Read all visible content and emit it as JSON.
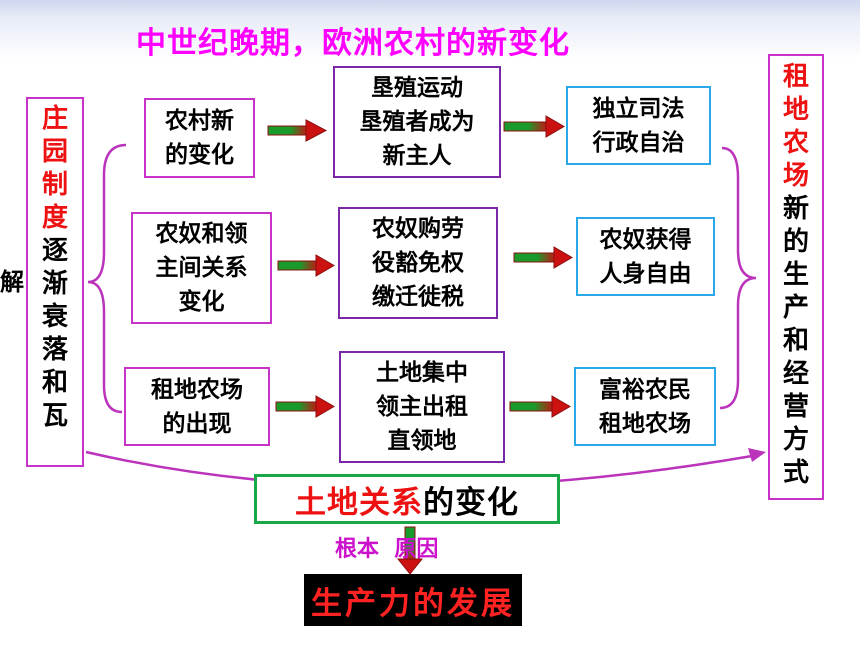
{
  "title": "中世纪晚期，欧洲农村的新变化",
  "left_box": {
    "red_chars": [
      "庄",
      "园",
      "制",
      "度"
    ],
    "black_chars": [
      "逐",
      "渐",
      "衰",
      "落",
      "和",
      "瓦"
    ]
  },
  "side_label": "解",
  "right_box": {
    "red_chars": [
      "租",
      "地",
      "农",
      "场"
    ],
    "black_chars": [
      "新",
      "的",
      "生",
      "产",
      "和",
      "经",
      "营",
      "方",
      "式"
    ]
  },
  "rows": [
    {
      "label_lines": [
        "农村新",
        "的变化"
      ],
      "middle_lines": [
        "垦殖运动",
        "垦殖者成为",
        "新主人"
      ],
      "result_lines": [
        "独立司法",
        "行政自治"
      ]
    },
    {
      "label_lines": [
        "农奴和领",
        "主间关系",
        "变化"
      ],
      "middle_lines": [
        "农奴购劳",
        "役豁免权",
        "缴迁徙税"
      ],
      "result_lines": [
        "农奴获得",
        "人身自由"
      ]
    },
    {
      "label_lines": [
        "租地农场",
        "的出现"
      ],
      "middle_lines": [
        "土地集中",
        "领主出租",
        "直领地"
      ],
      "result_lines": [
        "富裕农民",
        "租地农场"
      ]
    }
  ],
  "land_change": {
    "red": "土地关系",
    "black": "的变化"
  },
  "root_cause_label": "根本  原因",
  "development": "生产力的发展",
  "colors": {
    "title": "#ff00ff",
    "arrow": "#1a9a2a",
    "arrow_head": "#cc1111",
    "curve": "#bb33bb"
  }
}
